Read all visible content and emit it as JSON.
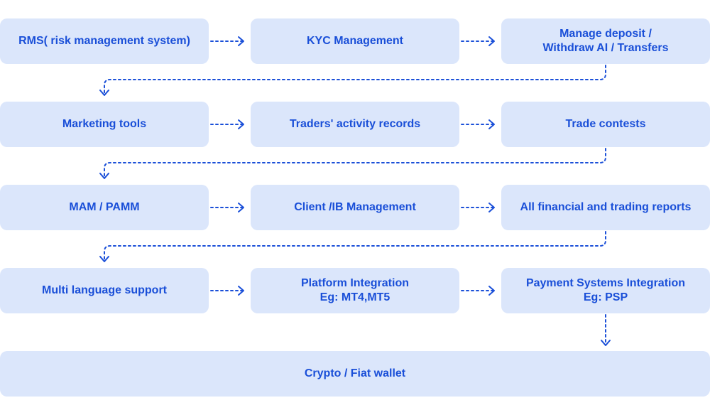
{
  "rows": [
    {
      "boxes": [
        {
          "lines": [
            "RMS( risk management system)"
          ]
        },
        {
          "lines": [
            "KYC Management"
          ]
        },
        {
          "lines": [
            "Manage deposit /",
            "Withdraw AI / Transfers"
          ]
        }
      ]
    },
    {
      "boxes": [
        {
          "lines": [
            "Marketing tools"
          ]
        },
        {
          "lines": [
            "Traders' activity records"
          ]
        },
        {
          "lines": [
            "Trade contests"
          ]
        }
      ]
    },
    {
      "boxes": [
        {
          "lines": [
            "MAM / PAMM"
          ]
        },
        {
          "lines": [
            "Client /IB Management"
          ]
        },
        {
          "lines": [
            "All financial and trading reports"
          ]
        }
      ]
    },
    {
      "boxes": [
        {
          "lines": [
            "Multi language support"
          ]
        },
        {
          "lines": [
            "Platform Integration",
            "Eg: MT4,MT5"
          ]
        },
        {
          "lines": [
            "Payment Systems Integration",
            "Eg: PSP"
          ]
        }
      ]
    }
  ],
  "final_box": {
    "lines": [
      "Crypto / Fiat wallet"
    ]
  },
  "colors": {
    "box_fill": "#dbe6fb",
    "accent": "#1a4fd8"
  }
}
